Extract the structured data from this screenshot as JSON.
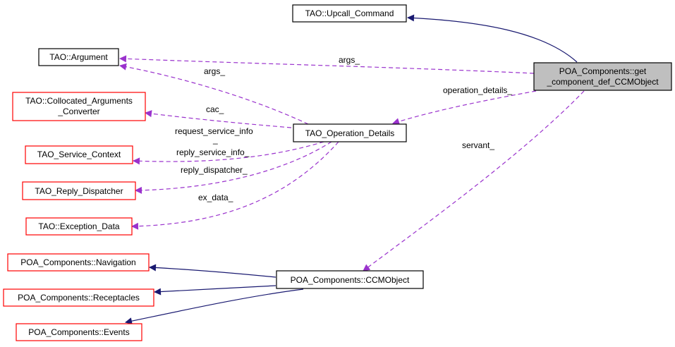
{
  "diagram": {
    "title": "Collaboration diagram for POA_Components::get_component_def_CCMObject",
    "colors": {
      "inherit_edge": "#191970",
      "usage_edge": "#9a32cd",
      "focus_fill": "#bfbfbf",
      "normal_border": "#000000",
      "undocumented_border": "#ff0000"
    },
    "nodes": {
      "focus": {
        "lines": [
          "POA_Components::get",
          "_component_def_CCMObject"
        ],
        "kind": "focus"
      },
      "upcall": {
        "lines": [
          "TAO::Upcall_Command"
        ],
        "kind": "normal"
      },
      "argument": {
        "lines": [
          "TAO::Argument"
        ],
        "kind": "normal"
      },
      "cac": {
        "lines": [
          "TAO::Collocated_Arguments",
          "_Converter"
        ],
        "kind": "undocumented"
      },
      "opdetails": {
        "lines": [
          "TAO_Operation_Details"
        ],
        "kind": "normal"
      },
      "svcctx": {
        "lines": [
          "TAO_Service_Context"
        ],
        "kind": "undocumented"
      },
      "replydisp": {
        "lines": [
          "TAO_Reply_Dispatcher"
        ],
        "kind": "undocumented"
      },
      "exdata": {
        "lines": [
          "TAO::Exception_Data"
        ],
        "kind": "undocumented"
      },
      "ccmobject": {
        "lines": [
          "POA_Components::CCMObject"
        ],
        "kind": "normal"
      },
      "navigation": {
        "lines": [
          "POA_Components::Navigation"
        ],
        "kind": "undocumented"
      },
      "receptacles": {
        "lines": [
          "POA_Components::Receptacles"
        ],
        "kind": "undocumented"
      },
      "events": {
        "lines": [
          "POA_Components::Events"
        ],
        "kind": "undocumented"
      }
    },
    "edges": [
      {
        "from": "focus",
        "to": "upcall",
        "type": "inherit",
        "label": ""
      },
      {
        "from": "focus",
        "to": "argument",
        "type": "usage",
        "label": "args_"
      },
      {
        "from": "focus",
        "to": "opdetails",
        "type": "usage",
        "label": "operation_details_"
      },
      {
        "from": "focus",
        "to": "ccmobject",
        "type": "usage",
        "label": "servant_"
      },
      {
        "from": "opdetails",
        "to": "argument",
        "type": "usage",
        "label": "args_"
      },
      {
        "from": "opdetails",
        "to": "cac",
        "type": "usage",
        "label": "cac_"
      },
      {
        "from": "opdetails",
        "to": "svcctx",
        "type": "usage",
        "label_lines": [
          "request_service_info",
          "_",
          "reply_service_info_"
        ]
      },
      {
        "from": "opdetails",
        "to": "replydisp",
        "type": "usage",
        "label": "reply_dispatcher_"
      },
      {
        "from": "opdetails",
        "to": "exdata",
        "type": "usage",
        "label": "ex_data_"
      },
      {
        "from": "ccmobject",
        "to": "navigation",
        "type": "inherit",
        "label": ""
      },
      {
        "from": "ccmobject",
        "to": "receptacles",
        "type": "inherit",
        "label": ""
      },
      {
        "from": "ccmobject",
        "to": "events",
        "type": "inherit",
        "label": ""
      }
    ]
  }
}
